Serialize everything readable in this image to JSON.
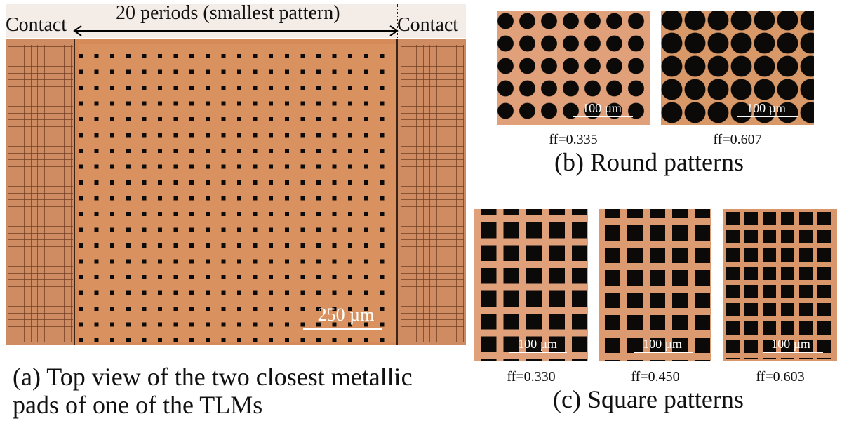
{
  "panel_a": {
    "contact_left": "Contact",
    "contact_right": "Contact",
    "periods_label": "20 periods (smallest pattern)",
    "scale_label": "250 µm",
    "caption_line1": "(a) Top view of the two closest metallic",
    "caption_line2": "pads of one of the TLMs"
  },
  "panel_b": {
    "caption": "(b) Round patterns",
    "images": [
      {
        "scale_label": "100 µm",
        "ff": "ff=0.335"
      },
      {
        "scale_label": "100 µm",
        "ff": "ff=0.607"
      }
    ]
  },
  "panel_c": {
    "caption": "(c) Square patterns",
    "images": [
      {
        "scale_label": "100 µm",
        "ff": "ff=0.330"
      },
      {
        "scale_label": "100 µm",
        "ff": "ff=0.450"
      },
      {
        "scale_label": "100 µm",
        "ff": "ff=0.603"
      }
    ]
  },
  "colors": {
    "copper": "#d4895c",
    "copper_light": "#e0a07a",
    "hole": "#0b0a09",
    "scale": "#ffffff"
  }
}
